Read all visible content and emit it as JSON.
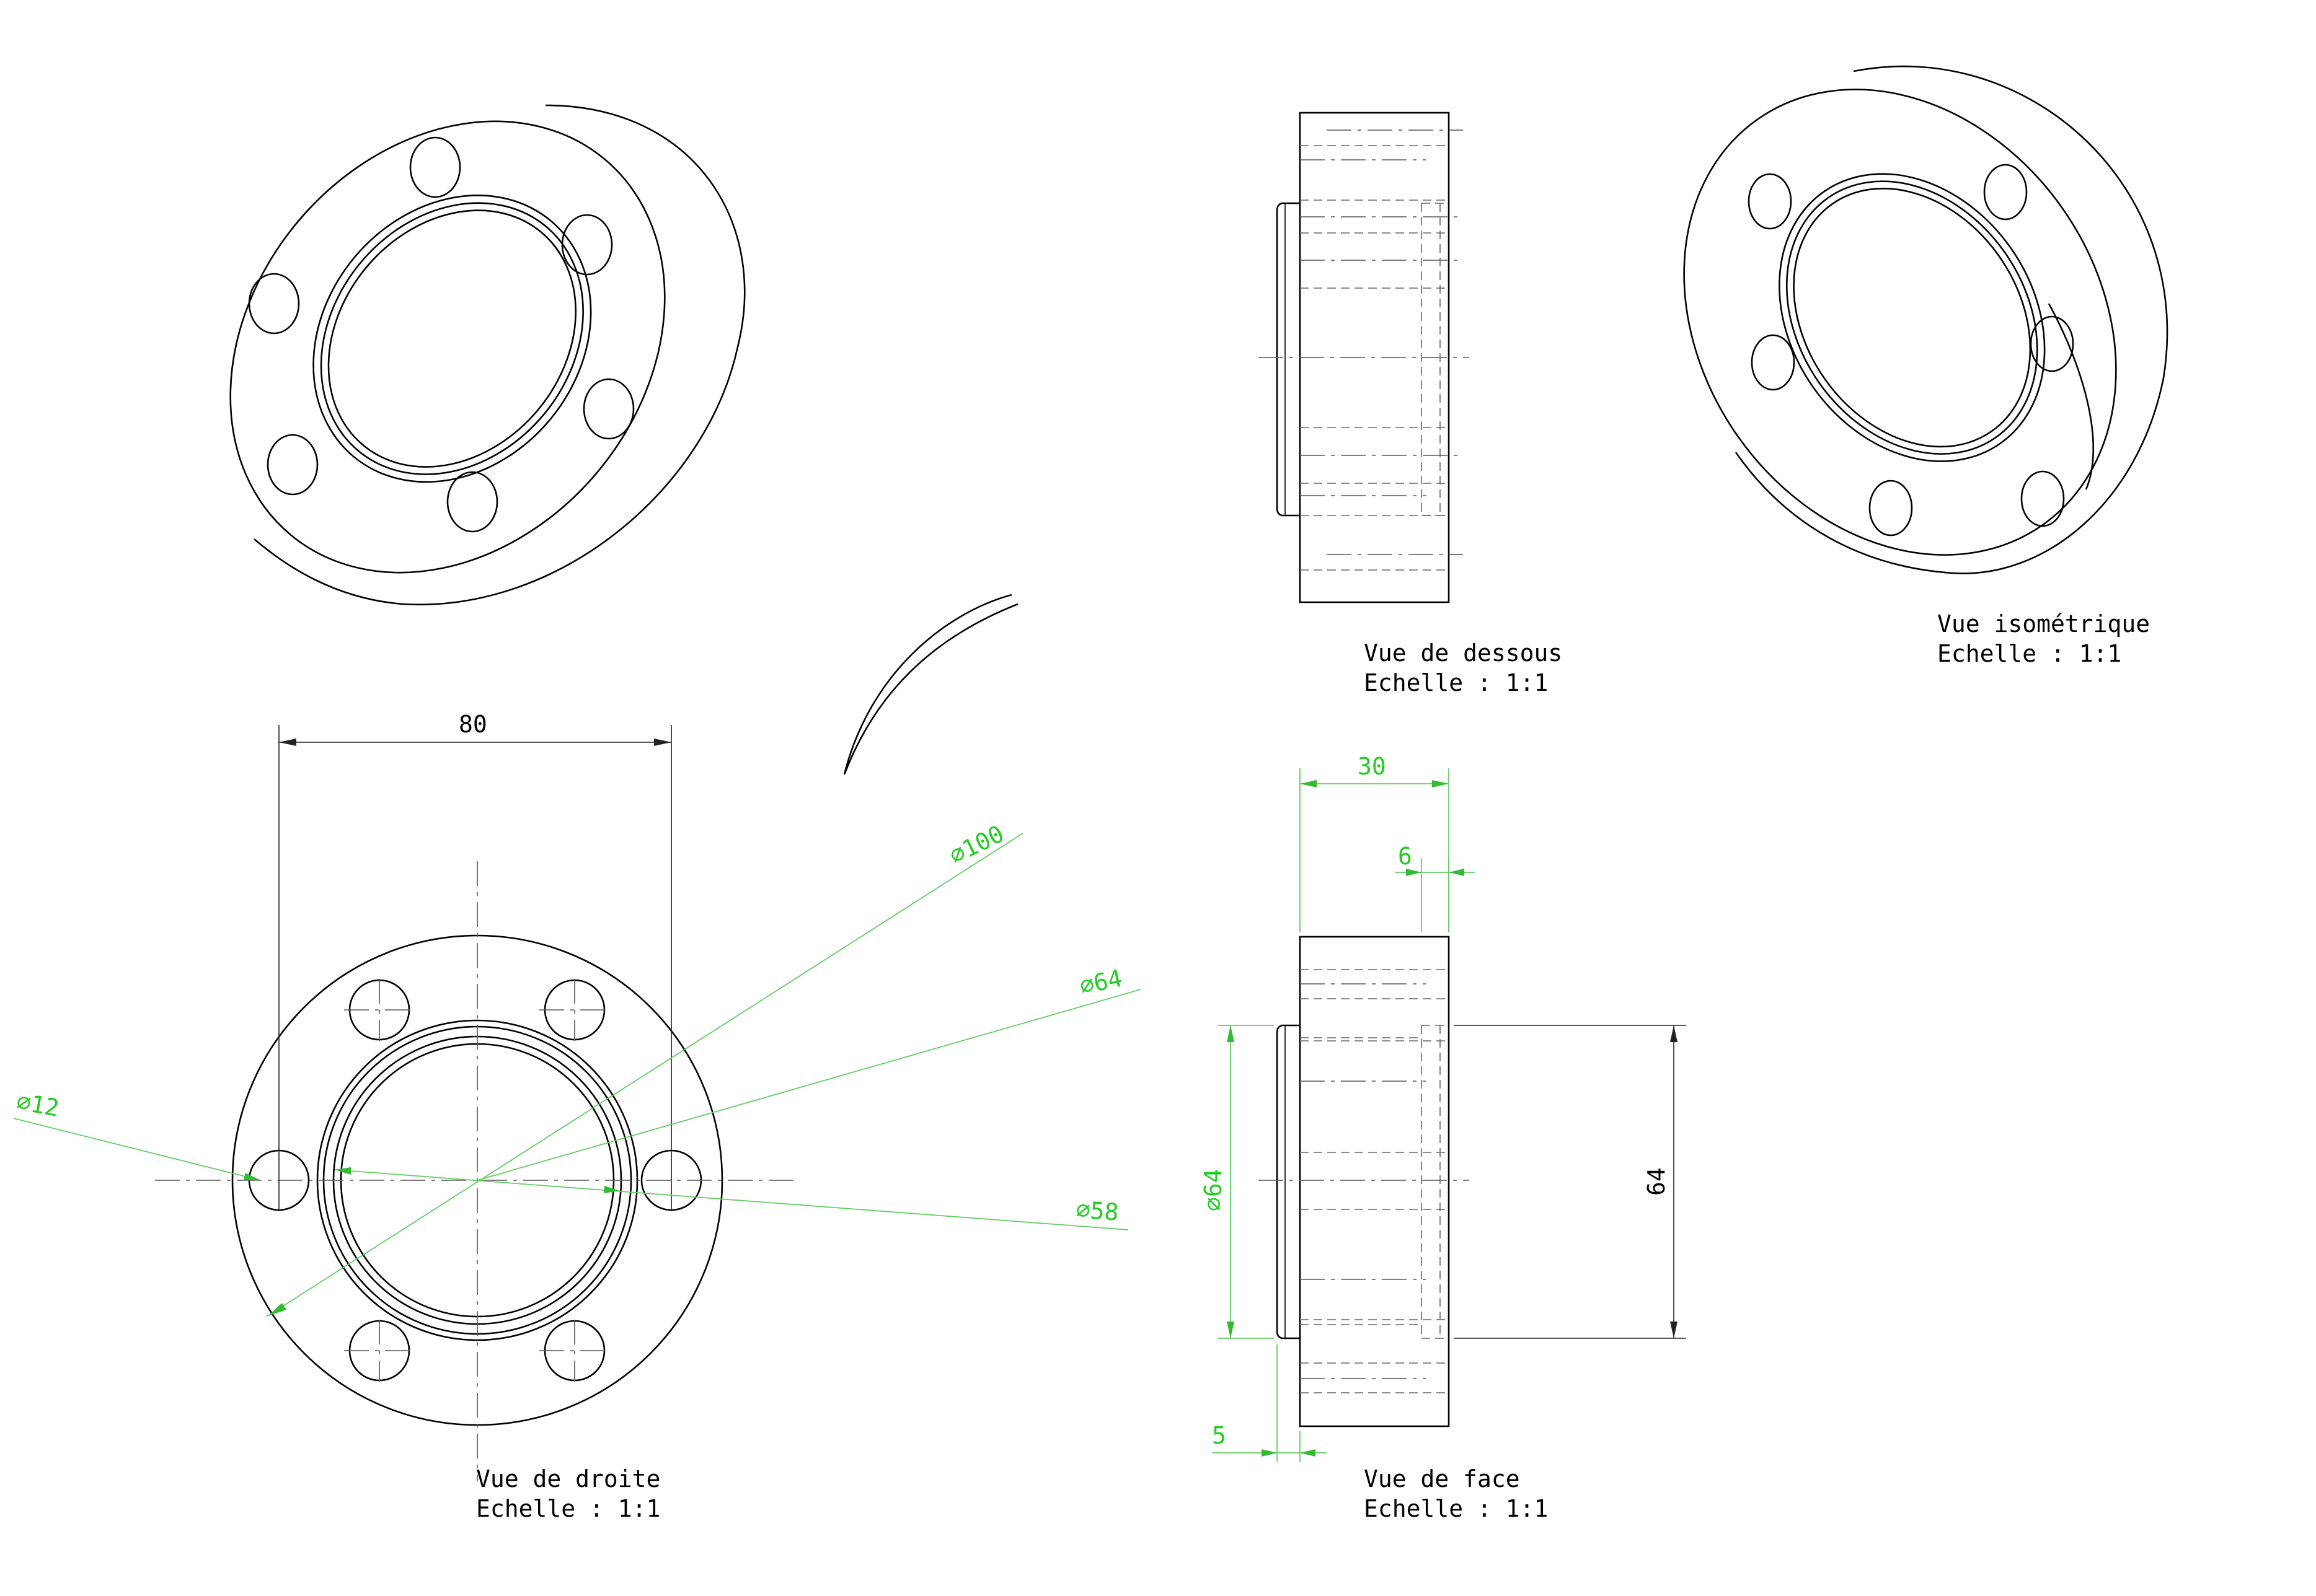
{
  "views": {
    "bottom": {
      "title": "Vue de dessous",
      "scale": "Echelle :  1:1"
    },
    "iso": {
      "title": "Vue isométrique",
      "scale": "Echelle :  1:1"
    },
    "right": {
      "title": "Vue de droite",
      "scale": "Echelle :  1:1"
    },
    "front": {
      "title": "Vue de face",
      "scale": "Echelle :  1:1"
    }
  },
  "dimensions": {
    "bolt_spacing": "80",
    "outer_diameter": "⌀100",
    "bore_diameter": "⌀64",
    "hole_diameter": "⌀12",
    "inner_diameter": "⌀58",
    "thickness": "30",
    "counterbore_depth": "6",
    "spigot_diameter": "⌀64",
    "spigot_height": "64",
    "spigot_length": "5"
  },
  "colors": {
    "outline": "#000000",
    "dimension_green": "#22cc22"
  }
}
